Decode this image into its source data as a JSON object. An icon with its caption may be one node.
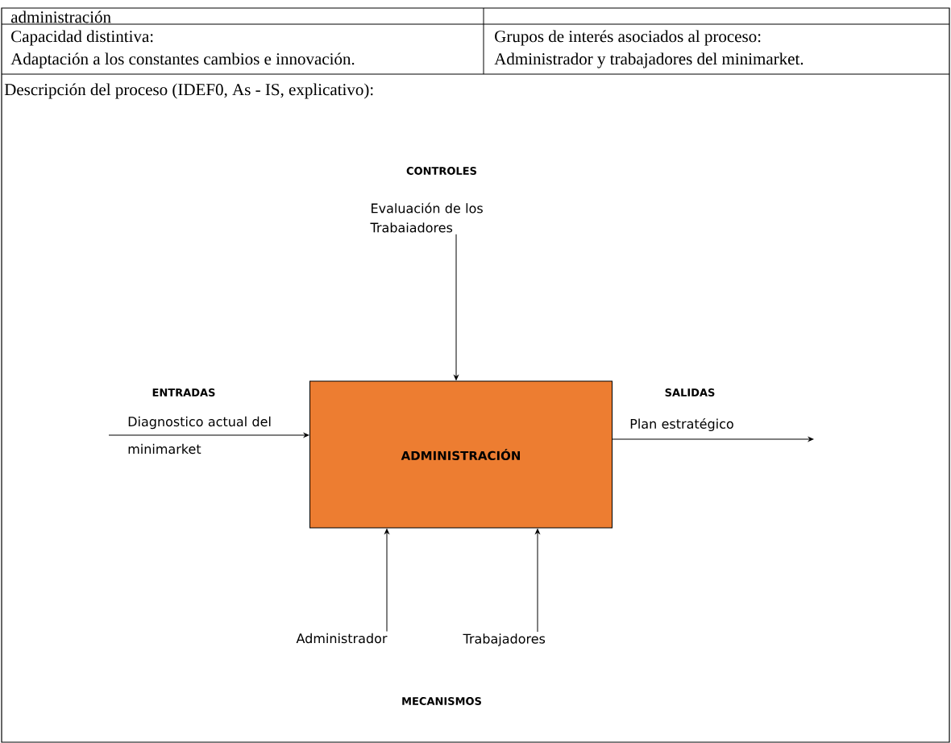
{
  "diagram": {
    "nodes": [
      {
        "text": [
          "ADMINISTRACIÓN"
        ]
      },
      {
        "text": [
          "Evaluación de los Trabaiadores"
        ]
      },
      {
        "text": [
          "Administrador"
        ]
      },
      {
        "text": [
          "Trabajadores"
        ]
      }
    ],
    "edges": [
      {
        "from": 1,
        "to": 0,
        "arrow": "to"
      },
      {
        "from": null,
        "to": 0,
        "arrow": "to",
        "label": "Diagnostico actual del minimarket"
      },
      {
        "from": 0,
        "to": null,
        "arrow": "to",
        "label": "Plan estratégico"
      },
      {
        "from": 2,
        "to": 0,
        "arrow": "to"
      },
      {
        "from": 3,
        "to": 0,
        "arrow": "to"
      }
    ],
    "labels": [
      "administración",
      "Capacidad distintiva:",
      "Adaptación a los constantes cambios e innovación.",
      "Grupos de interés asociados al proceso:",
      "Administrador y trabajadores del minimarket.",
      "Descripción del proceso (IDEF0, As - IS, explicativo):",
      "CONTROLES",
      "ENTRADAS",
      "SALIDAS",
      "MECANISMOS"
    ]
  }
}
